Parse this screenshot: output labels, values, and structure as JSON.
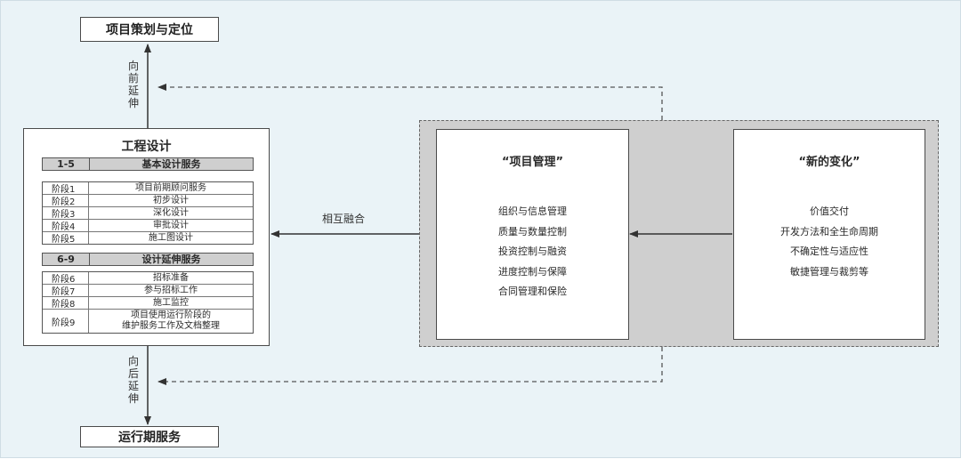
{
  "top_box": "项目策划与定位",
  "bottom_box": "运行期服务",
  "forward_extend": "向前延伸",
  "backward_extend": "向后延伸",
  "fusion_label": "相互融合",
  "design": {
    "title": "工程设计",
    "groups": [
      {
        "num": "1-5",
        "name": "基本设计服务",
        "rows": [
          {
            "stage": "阶段1",
            "task": "项目前期顾问服务"
          },
          {
            "stage": "阶段2",
            "task": "初步设计"
          },
          {
            "stage": "阶段3",
            "task": "深化设计"
          },
          {
            "stage": "阶段4",
            "task": "审批设计"
          },
          {
            "stage": "阶段5",
            "task": "施工图设计"
          }
        ]
      },
      {
        "num": "6-9",
        "name": "设计延伸服务",
        "rows": [
          {
            "stage": "阶段6",
            "task": "招标准备"
          },
          {
            "stage": "阶段7",
            "task": "参与招标工作"
          },
          {
            "stage": "阶段8",
            "task": "施工监控"
          },
          {
            "stage": "阶段9",
            "task": "项目使用运行阶段的\n维护服务工作及文档整理"
          }
        ]
      }
    ]
  },
  "pm_panel": {
    "title": "“项目管理”",
    "items": [
      "组织与信息管理",
      "质量与数量控制",
      "投资控制与融资",
      "进度控制与保障",
      "合同管理和保险"
    ]
  },
  "change_panel": {
    "title": "“新的变化”",
    "items": [
      "价值交付",
      "开发方法和全生命周期",
      "不确定性与适应性",
      "敏捷管理与裁剪等"
    ]
  },
  "colors": {
    "background": "#eaf3f7",
    "group_fill": "#cfcfcf",
    "header_fill": "#cfcfcf",
    "line": "#333333",
    "dashed": "#555555"
  }
}
